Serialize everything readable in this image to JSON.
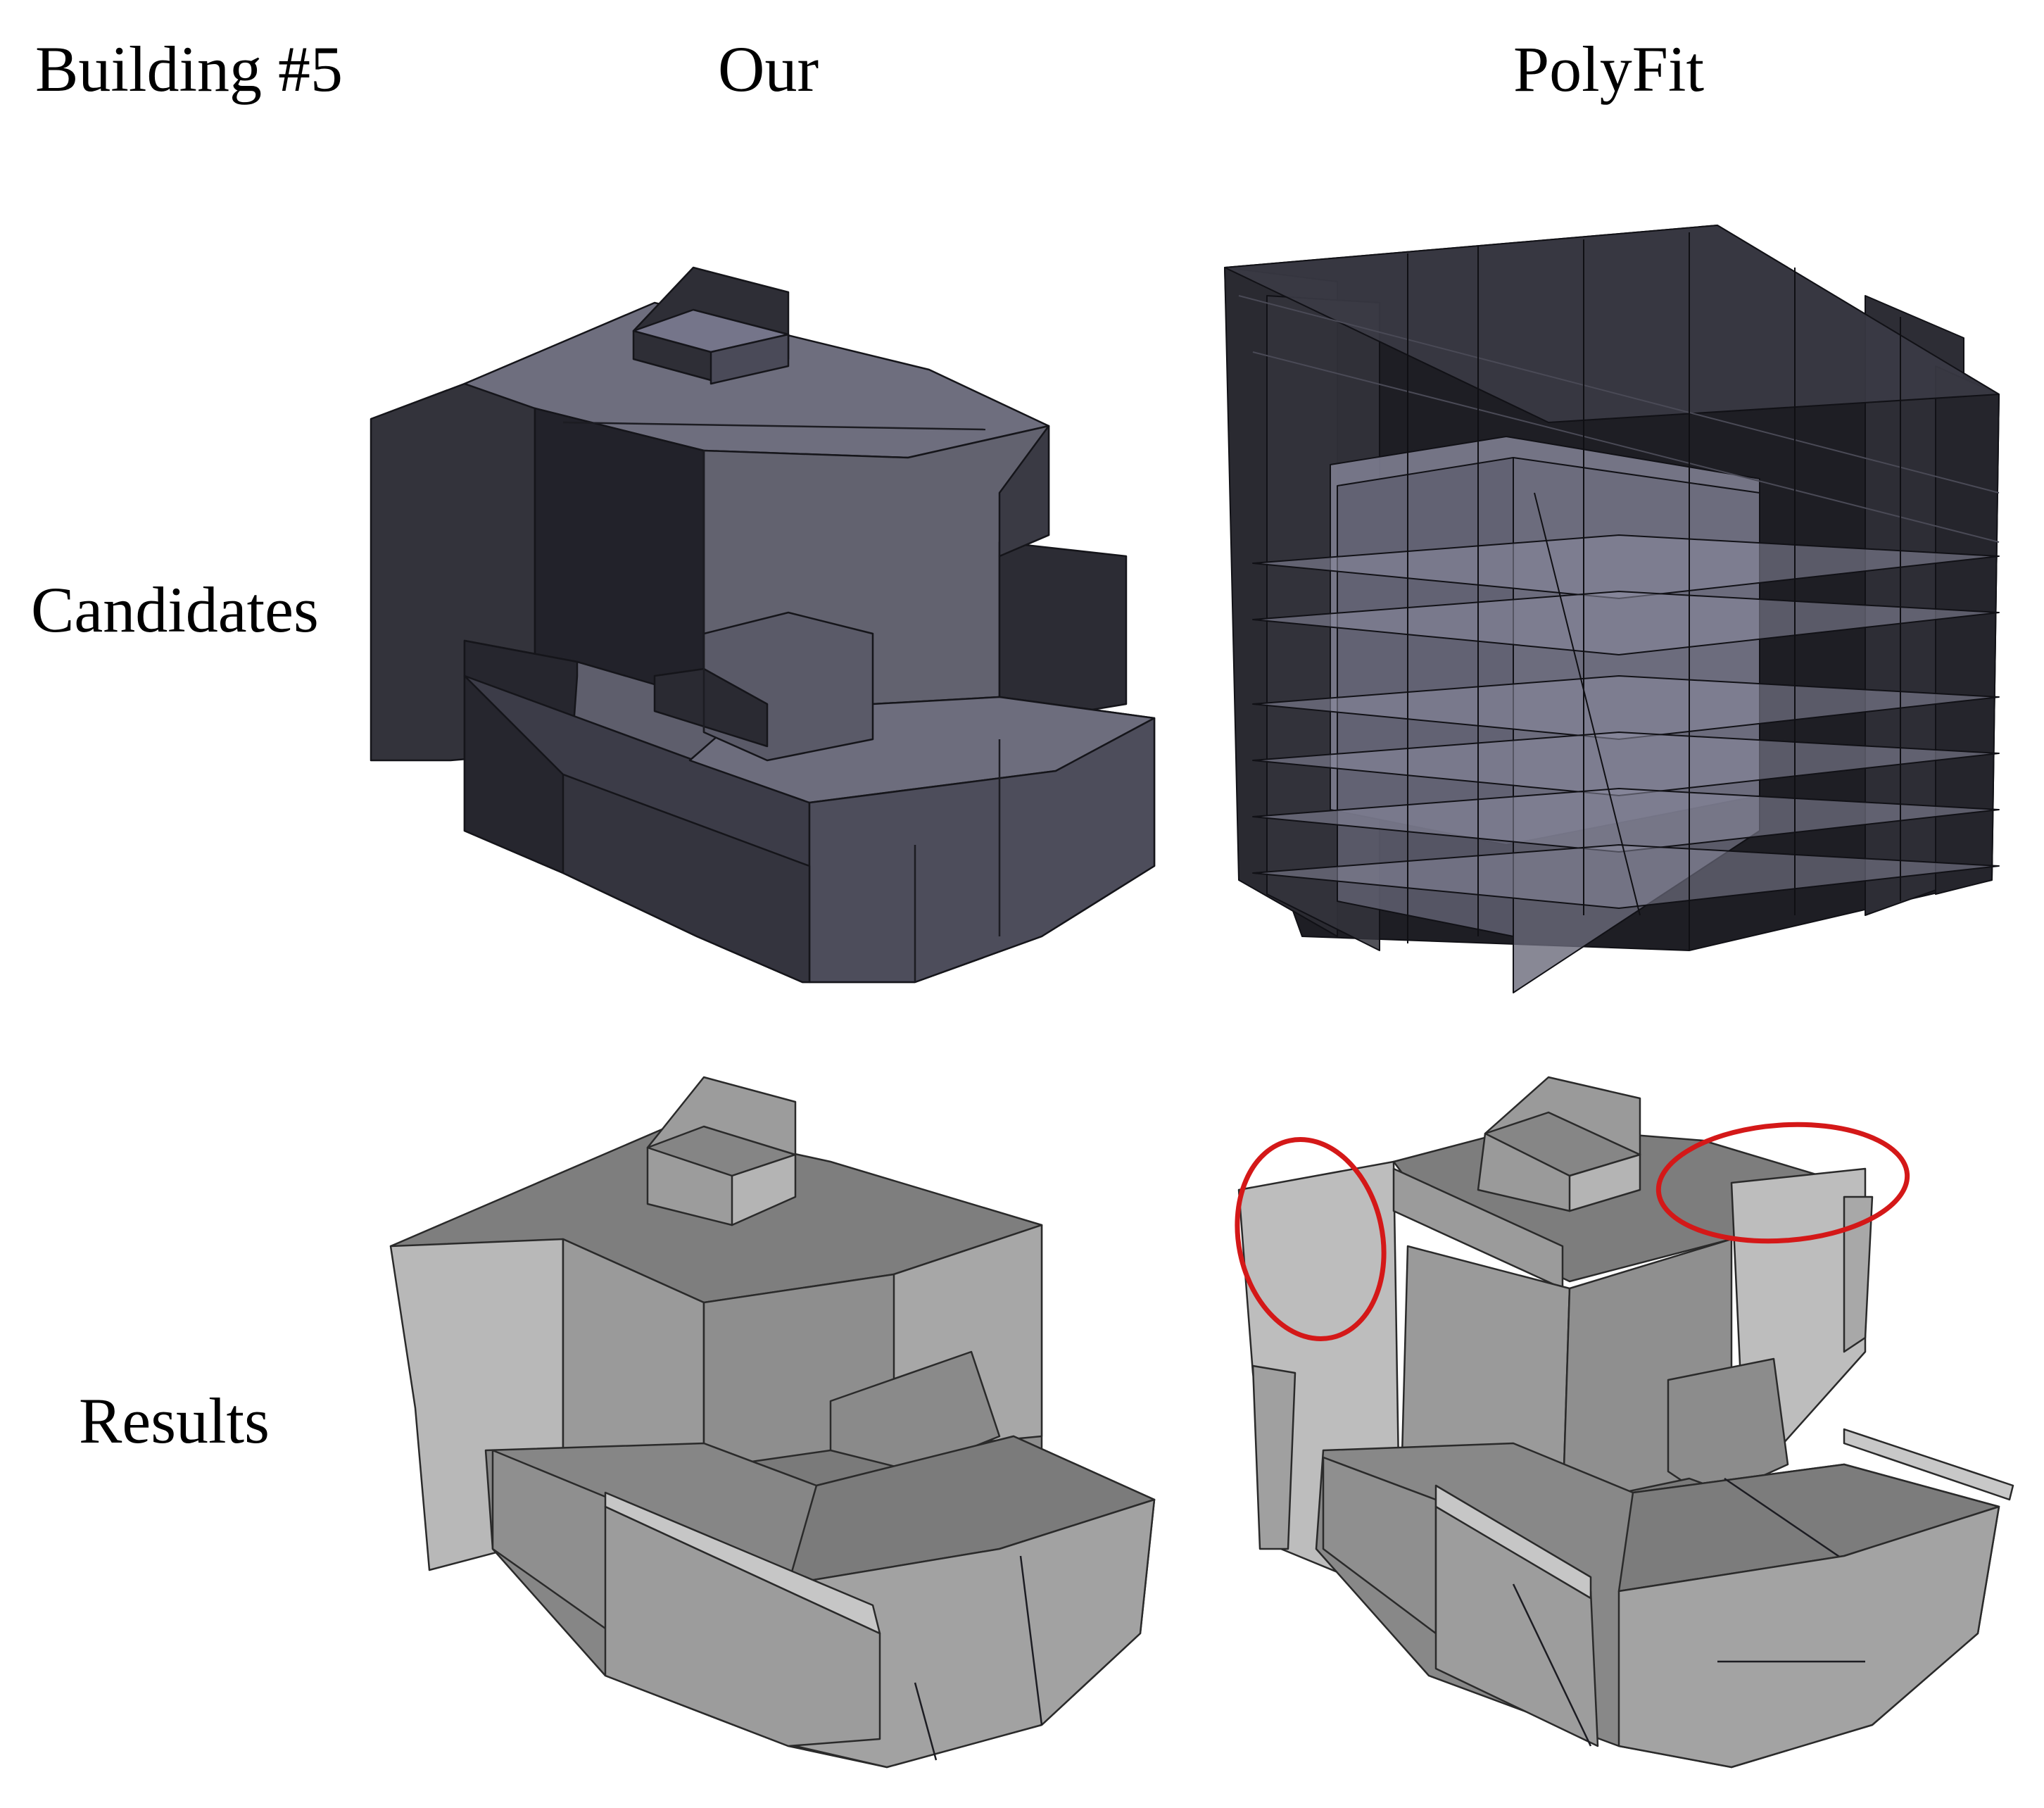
{
  "header": {
    "building": "Building #5",
    "our": "Our",
    "polyfit": "PolyFit"
  },
  "rows": {
    "candidates": "Candidates",
    "results": "Results"
  },
  "colors": {
    "candidate_dark": "#2a2a30",
    "candidate_face": "#6c6c7c",
    "result_light": "#b9b9b9",
    "result_mid": "#8d8d8d",
    "result_dark": "#5e5e5e",
    "highlight_ellipse": "#d41818"
  }
}
